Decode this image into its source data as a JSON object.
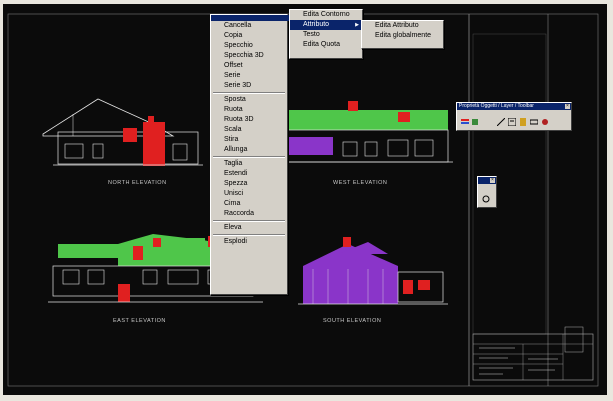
{
  "main_menu": {
    "items": [
      "Cancella",
      "Copia",
      "Specchio",
      "Specchia 3D",
      "Offset",
      "Serie",
      "Serie 3D",
      "Sposta",
      "Ruota",
      "Ruota 3D",
      "Scala",
      "Stira",
      "Allunga",
      "Taglia",
      "Estendi",
      "Spezza",
      "Unisci",
      "Cima",
      "Raccorda",
      "Esplodi"
    ],
    "extra_item": "Eleva"
  },
  "submenu_edit": {
    "items": [
      "Edita Contorno",
      "Attributo",
      "Testo",
      "Edita Quota"
    ]
  },
  "submenu_attribute": {
    "items": [
      "Edita Attributo",
      "Edita globalmente"
    ]
  },
  "toolbar_main": {
    "title": "Proprietà Oggetti / Layer / Toolbar"
  },
  "drawing": {
    "elevation_labels": [
      "NORTH ELEVATION",
      "WEST ELEVATION",
      "EAST ELEVATION",
      "SOUTH ELEVATION"
    ]
  },
  "colors": {
    "screen_bg": "#0b0b0b",
    "line": "#e6e6e6",
    "roof_red": "#e02020",
    "roof_green": "#4fc64a",
    "purple": "#8a35c9",
    "menu_bg": "#d4d0c8",
    "highlight": "#0a246a"
  }
}
